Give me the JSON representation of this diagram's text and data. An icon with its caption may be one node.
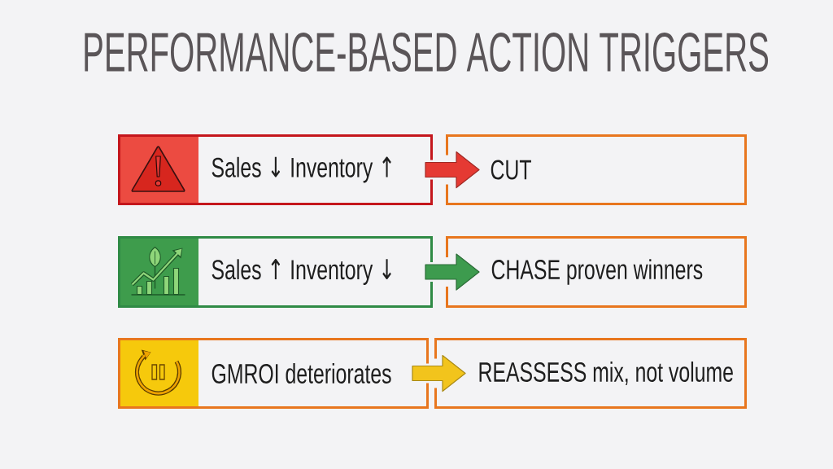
{
  "diagram": {
    "title": "PERFORMANCE-BASED ACTION TRIGGERS",
    "nodes": [
      {
        "text": [
          "Sales ↓ Inventory ↑"
        ]
      },
      {
        "text": [
          "CUT"
        ]
      },
      {
        "text": [
          "Sales ↑ Inventory ↓"
        ]
      },
      {
        "text": [
          "CHASE proven winners"
        ]
      },
      {
        "text": [
          "GMROI deteriorates"
        ]
      },
      {
        "text": [
          "REASSESS mix, not volume"
        ]
      }
    ],
    "edges": [
      {
        "from": 0,
        "to": 1,
        "arrow": "to",
        "color": "#e53a33"
      },
      {
        "from": 2,
        "to": 3,
        "arrow": "to",
        "color": "#3d9b4e"
      },
      {
        "from": 4,
        "to": 5,
        "arrow": "to",
        "color": "#f2c41c"
      }
    ]
  }
}
